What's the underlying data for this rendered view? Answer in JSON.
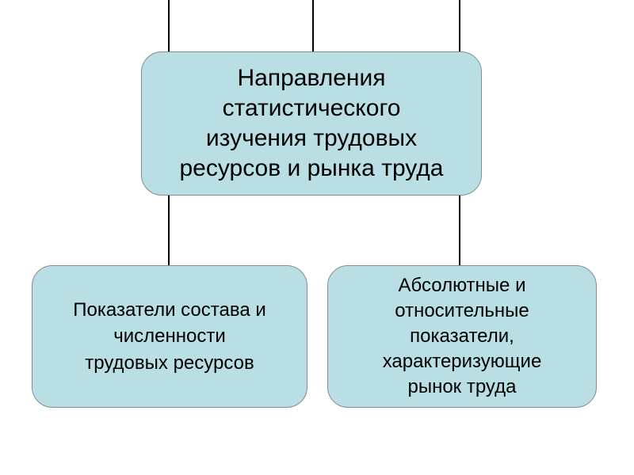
{
  "diagram": {
    "main_node": {
      "text": "Направления\nстатистического\nизучения трудовых\nресурсов и рынка труда"
    },
    "left_node": {
      "text": "Показатели состава и\nчисленности\nтрудовых ресурсов"
    },
    "right_node": {
      "text": "Абсолютные и\nотносительные\nпоказатели,\nхарактеризующие\nрынок труда"
    },
    "colors": {
      "node_fill": "#b9dfe4",
      "node_border": "#7f8f94",
      "connector": "#000000"
    }
  }
}
